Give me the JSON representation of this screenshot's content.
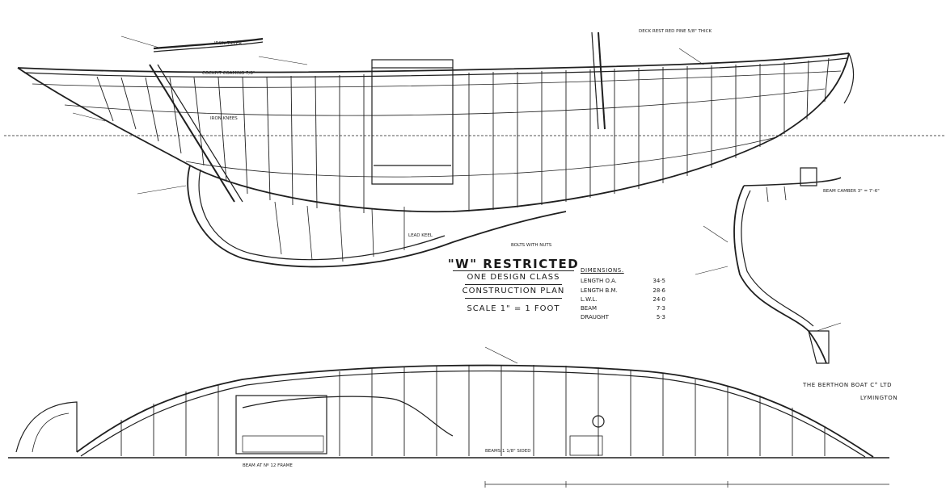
{
  "title": {
    "main": "\"W\" RESTRICTED",
    "class": "ONE DESIGN CLASS",
    "plan": "CONSTRUCTION PLAN",
    "scale": "SCALE 1\" = 1 FOOT"
  },
  "dimensions": {
    "heading": "DIMENSIONS.",
    "rows": [
      {
        "label": "LENGTH O.A.",
        "value": "34·5"
      },
      {
        "label": "LENGTH B.M.",
        "value": "28·6"
      },
      {
        "label": "L.W.L.",
        "value": "24·0"
      },
      {
        "label": "BEAM",
        "value": "7·3"
      },
      {
        "label": "DRAUGHT",
        "value": "5·3"
      }
    ]
  },
  "builder": {
    "name": "THE BERTHON BOAT C° LTD",
    "place": "LYMINGTON"
  },
  "notes": {
    "cockpit": "COCKPIT COAMING 7/8\"",
    "tiller": "IRON TILLER",
    "mast": "DECK REST RED PINE 5/8\" THICK",
    "keel": "LEAD KEEL",
    "keel_bolts": "BOLTS WITH NUTS",
    "hull": "IRON KNEES",
    "beam_camber": "BEAM CAMBER 3\" = 7'-6\"",
    "frame": "BEAM AT Nº 12 FRAME",
    "deck_beams": "BEAMS 1 1/8\" SIDED"
  },
  "colors": {
    "ink": "#1f1f1f",
    "paper": "#ffffff"
  }
}
